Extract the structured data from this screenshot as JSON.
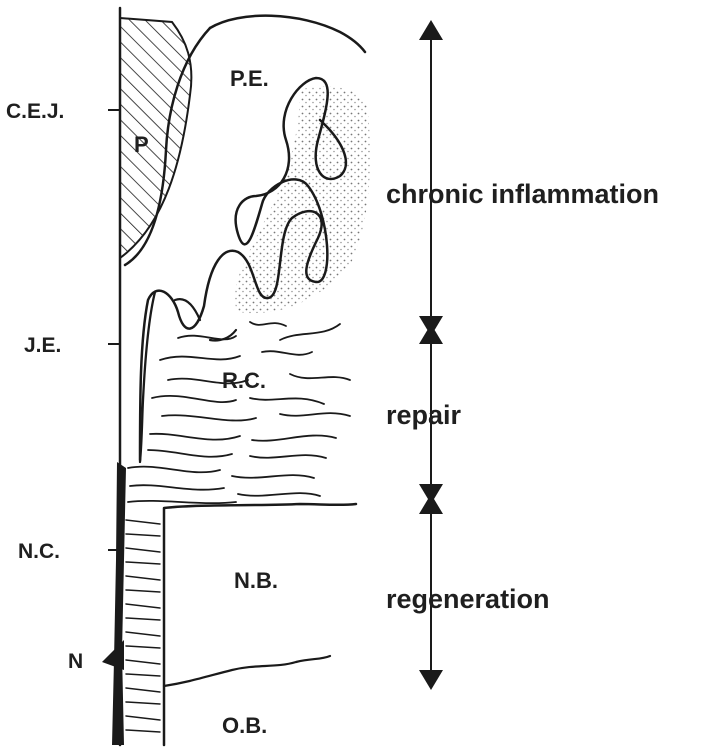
{
  "diagram": {
    "side_labels": {
      "cej": "C.E.J.",
      "je": "J.E.",
      "nc": "N.C.",
      "n": "N"
    },
    "region_labels": {
      "plaque": "P",
      "pocket_epithelium": "P.E.",
      "reparative_connective": "R.C.",
      "new_bone": "N.B.",
      "old_bone": "O.B."
    },
    "zones": [
      {
        "label": "chronic inflammation"
      },
      {
        "label": "repair"
      },
      {
        "label": "regeneration"
      }
    ]
  }
}
